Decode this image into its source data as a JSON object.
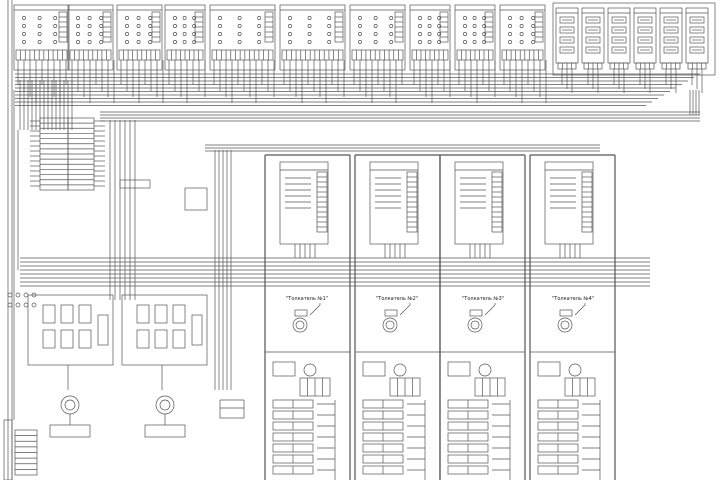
{
  "diagram": {
    "type": "electrical wiring schematic",
    "pushers": [
      {
        "label": "\"Толкатель №1\""
      },
      {
        "label": "\"Толкатель №2\""
      },
      {
        "label": "\"Толкатель №3\""
      },
      {
        "label": "\"Толкатель №4\""
      }
    ],
    "colors": {
      "line": "#555555",
      "background": "#ffffff",
      "bus": "#9a9a9a"
    }
  }
}
